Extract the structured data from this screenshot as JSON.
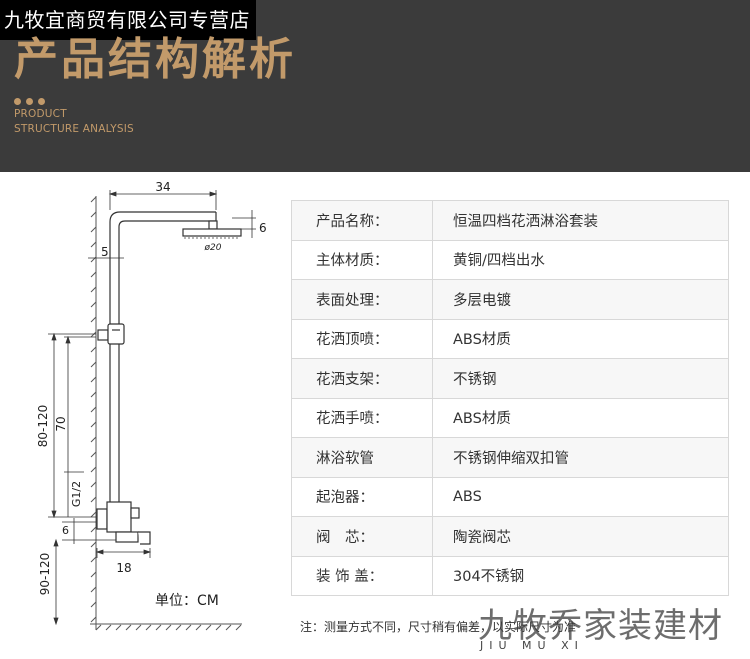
{
  "header": {
    "shop_name": "九牧宜商贸有限公司专营店",
    "title": "产品结构解析",
    "subtitle_line1": "PRODUCT",
    "subtitle_line2": "STRUCTURE ANALYSIS"
  },
  "diagram": {
    "dim_top_width": "34",
    "dim_head_height": "6",
    "dim_head_diameter": "ø20",
    "dim_wall_gap": "5",
    "dim_total_height": "80-120",
    "dim_mid_height": "70",
    "dim_thread": "G1/2",
    "dim_spout_gap": "6",
    "dim_floor_height": "90-120",
    "dim_spout_length": "18",
    "unit_label": "单位：CM"
  },
  "specs": [
    {
      "label": "产品名称：",
      "value": "恒温四档花洒淋浴套装"
    },
    {
      "label": "主体材质：",
      "value": "黄铜/四档出水"
    },
    {
      "label": "表面处理：",
      "value": "多层电镀"
    },
    {
      "label": "花洒顶喷：",
      "value": "ABS材质"
    },
    {
      "label": "花洒支架：",
      "value": "不锈钢"
    },
    {
      "label": "花洒手喷：",
      "value": "ABS材质"
    },
    {
      "label": "淋浴软管",
      "value": "不锈钢伸缩双扣管"
    },
    {
      "label": "起泡器：",
      "value": "ABS"
    },
    {
      "label": "阀　芯：",
      "value": "陶瓷阀芯"
    },
    {
      "label": "装 饰 盖：",
      "value": "304不锈钢"
    }
  ],
  "note": "注：测量方式不同，尺寸稍有偏差，以实际尺寸为准",
  "watermark": {
    "cn": "九牧乔家装建材",
    "en": "JIU MU XI"
  }
}
